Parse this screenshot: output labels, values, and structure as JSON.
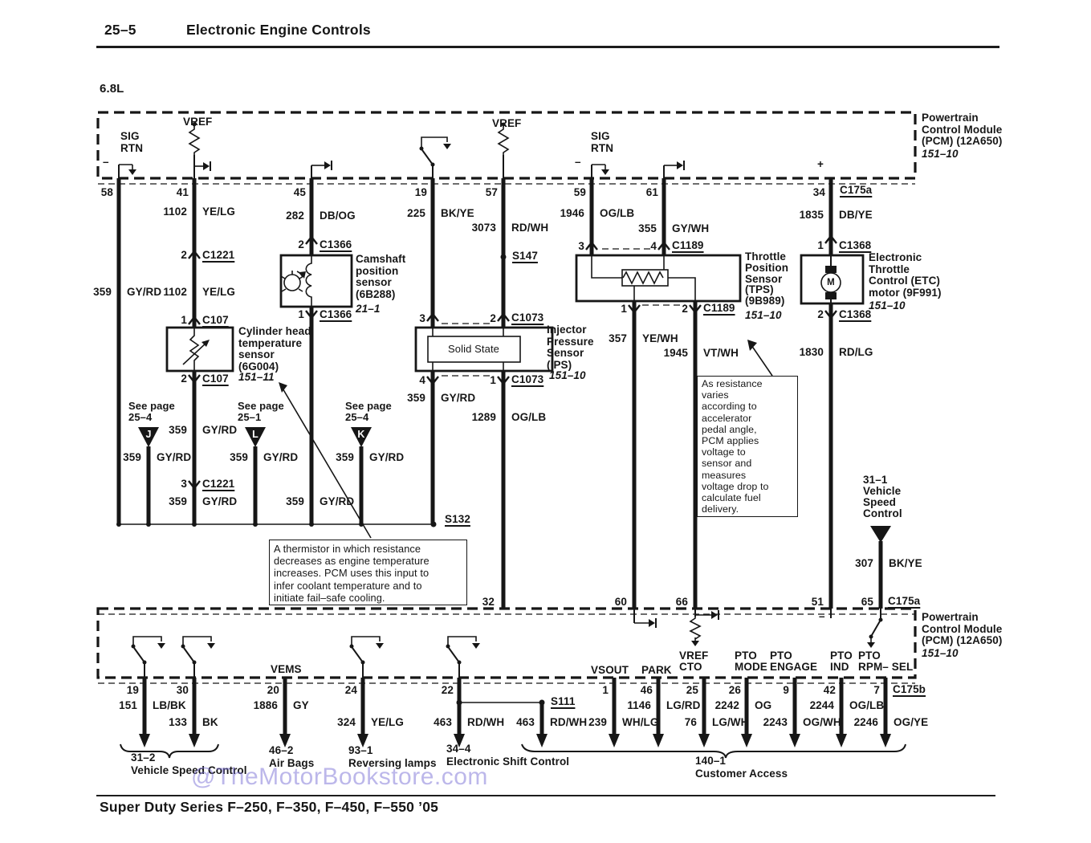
{
  "header": {
    "section_no": "25–5",
    "title": "Electronic Engine Controls"
  },
  "engine_label": "6.8L",
  "watermark": "@TheMotorBookstore.com",
  "footer": "Super Duty Series F–250, F–350, F–450, F–550 ’05",
  "pcm_top": {
    "title": "Powertrain\nControl Module\n(PCM) (12A650)",
    "page_ref": "151–10",
    "connector": "C175a",
    "plus": "+",
    "sig_rtn_a": "SIG\nRTN",
    "minus_a": "–",
    "vref_a": "VREF",
    "vref_b": "VREF",
    "sig_rtn_b": "SIG\nRTN",
    "minus_b": "–",
    "pins": {
      "p58": "58",
      "p41": "41",
      "p45": "45",
      "p19": "19",
      "p57": "57",
      "p59": "59",
      "p61": "61",
      "p34": "34"
    }
  },
  "wires": {
    "w359_58": {
      "num": "359",
      "color": "GY/RD"
    },
    "w1102_top": {
      "num": "1102",
      "color": "YE/LG"
    },
    "w1102_bot": {
      "num": "1102",
      "color": "YE/LG"
    },
    "w282": {
      "num": "282",
      "color": "DB/OG"
    },
    "w225": {
      "num": "225",
      "color": "BK/YE"
    },
    "w3073": {
      "num": "3073",
      "color": "RD/WH"
    },
    "w1946": {
      "num": "1946",
      "color": "OG/LB"
    },
    "w355": {
      "num": "355",
      "color": "GY/WH"
    },
    "w1835": {
      "num": "1835",
      "color": "DB/YE"
    },
    "w359_cht_a": {
      "num": "359",
      "color": "GY/RD"
    },
    "w359_j": {
      "num": "359",
      "color": "GY/RD"
    },
    "w359_l": {
      "num": "359",
      "color": "GY/RD"
    },
    "w359_k": {
      "num": "359",
      "color": "GY/RD"
    },
    "w359_cht_b": {
      "num": "359",
      "color": "GY/RD"
    },
    "w359_cam": {
      "num": "359",
      "color": "GY/RD"
    },
    "w359_ips": {
      "num": "359",
      "color": "GY/RD"
    },
    "w1289": {
      "num": "1289",
      "color": "OG/LB"
    },
    "w357": {
      "num": "357",
      "color": "YE/WH"
    },
    "w1945": {
      "num": "1945",
      "color": "VT/WH"
    },
    "w1830": {
      "num": "1830",
      "color": "RD/LG"
    },
    "w307": {
      "num": "307",
      "color": "BK/YE"
    }
  },
  "connectors": {
    "c1221_2": {
      "pin": "2",
      "name": "C1221"
    },
    "c1221_3": {
      "pin": "3",
      "name": "C1221"
    },
    "c107_1": {
      "pin": "1",
      "name": "C107"
    },
    "c107_2": {
      "pin": "2",
      "name": "C107"
    },
    "c1366_2": {
      "pin": "2",
      "name": "C1366"
    },
    "c1366_1": {
      "pin": "1",
      "name": "C1366"
    },
    "s147": "S147",
    "s132": "S132",
    "s111": "S111",
    "c1073_top": {
      "pin_a": "3",
      "pin_b": "2",
      "name": "C1073"
    },
    "c1073_bot": {
      "pin_a": "4",
      "pin_b": "1",
      "name": "C1073"
    },
    "c1189_top": {
      "pin_a": "3",
      "pin_b": "4",
      "name": "C1189"
    },
    "c1189_bot": {
      "pin_a": "1",
      "pin_b": "2",
      "name": "C1189"
    },
    "c1368_1": {
      "pin": "1",
      "name": "C1368"
    },
    "c1368_2": {
      "pin": "2",
      "name": "C1368"
    }
  },
  "components": {
    "camshaft": {
      "name": "Camshaft\nposition\nsensor\n(6B288)",
      "page_ref": "21–1"
    },
    "cht": {
      "name": "Cylinder head\ntemperature\nsensor\n(6G004)",
      "page_ref": "151–11"
    },
    "ips": {
      "name": "Injector\nPressure\nSensor\n(IPS)",
      "page_ref": "151–10",
      "inner_label": "Solid State"
    },
    "tps": {
      "name": "Throttle\nPosition\nSensor\n(TPS)\n(9B989)",
      "page_ref": "151–10"
    },
    "etc_motor": {
      "name": "Electronic\nThrottle\nControl (ETC)\nmotor (9F991)",
      "page_ref": "151–10",
      "motor_letter": "M"
    }
  },
  "see_pages": {
    "j": {
      "text": "See page\n25–4",
      "letter": "J"
    },
    "l": {
      "text": "See page\n25–1",
      "letter": "L"
    },
    "k": {
      "text": "See page\n25–4",
      "letter": "K"
    }
  },
  "notes": {
    "cht_note": "A thermistor in which resistance\ndecreases as engine temperature\nincreases. PCM uses this input to\ninfer coolant temperature and to\ninitiate fail–safe cooling.",
    "tps_note": "As resistance\nvaries\naccording to\naccelerator\npedal angle,\nPCM applies\nvoltage to\nsensor and\nmeasures\nvoltage drop to\ncalculate fuel\ndelivery."
  },
  "vsc_source": {
    "label": "31–1\nVehicle\nSpeed\nControl"
  },
  "pcm_bottom": {
    "title": "Powertrain\nControl Module\n(PCM) (12A650)",
    "page_ref": "151–10",
    "minus": "–",
    "connector_a": "C175a",
    "connector_b": "C175b",
    "top_pins": {
      "p32": "32",
      "p60": "60",
      "p66": "66",
      "p51": "51",
      "p65": "65"
    },
    "port_labels": {
      "vems": "VEMS",
      "vsout": "VSOUT",
      "park": "PARK",
      "vref_cto": "VREF\nCTO",
      "pto_mode": "PTO\nMODE",
      "pto_engage": "PTO\nENGAGE",
      "pto_ind": "PTO\nIND",
      "pto_rpm_sel": "PTO\nRPM– SEL"
    },
    "bottom_pins": {
      "p19": "19",
      "p30": "30",
      "p20": "20",
      "p24": "24",
      "p22": "22",
      "p1": "1",
      "p46": "46",
      "p25": "25",
      "p26": "26",
      "p9": "9",
      "p42": "42",
      "p7": "7"
    }
  },
  "bottom_wires": {
    "w151": {
      "num": "151",
      "color": "LB/BK"
    },
    "w133": {
      "num": "133",
      "color": "BK"
    },
    "w1886": {
      "num": "1886",
      "color": "GY"
    },
    "w324": {
      "num": "324",
      "color": "YE/LG"
    },
    "w463_a": {
      "num": "463",
      "color": "RD/WH"
    },
    "w463_b": {
      "num": "463",
      "color": "RD/WH"
    },
    "w239": {
      "num": "239",
      "color": "WH/LG"
    },
    "w1146": {
      "num": "1146",
      "color": "LG/RD"
    },
    "w76": {
      "num": "76",
      "color": "LG/WH"
    },
    "w2242": {
      "num": "2242",
      "color": "OG"
    },
    "w2243": {
      "num": "2243",
      "color": "OG/WH"
    },
    "w2244": {
      "num": "2244",
      "color": "OG/LB"
    },
    "w2246": {
      "num": "2246",
      "color": "OG/YE"
    }
  },
  "destinations": {
    "vsc": {
      "code": "31–2",
      "label": "Vehicle Speed Control"
    },
    "air_bags": {
      "code": "46–2",
      "label": "Air Bags"
    },
    "reversing": {
      "code": "93–1",
      "label": "Reversing lamps"
    },
    "shift": {
      "code": "34–4",
      "label": "Electronic Shift Control"
    },
    "customer": {
      "code": "140–1",
      "label": "Customer Access"
    }
  }
}
